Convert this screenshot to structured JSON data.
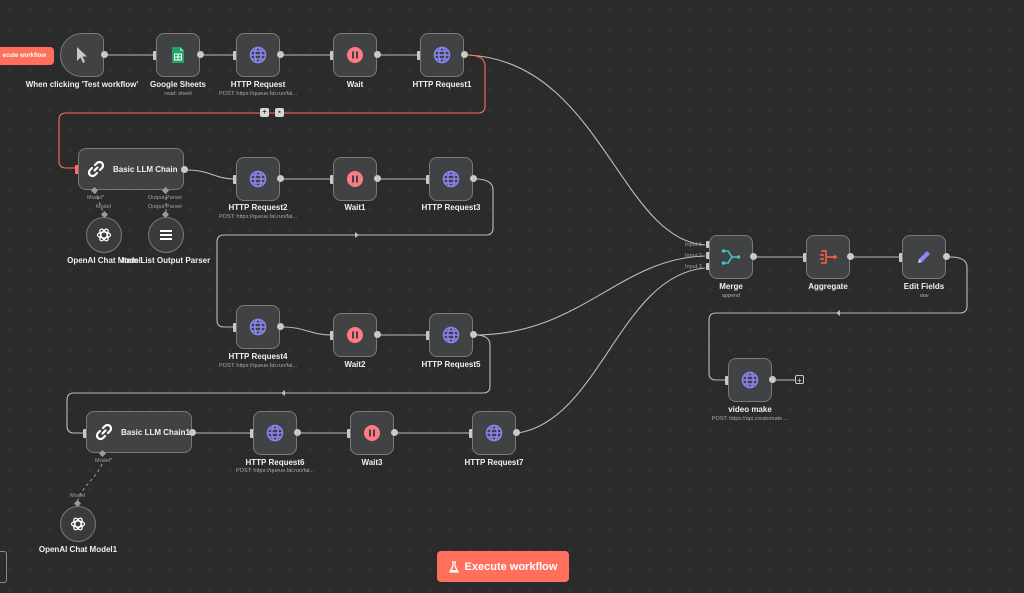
{
  "toolbar": {
    "execute_top_label": "ecute workflow",
    "execute_label": "Execute workflow"
  },
  "nodes": {
    "trigger": {
      "label": "When clicking 'Test workflow'"
    },
    "sheets": {
      "label": "Google Sheets",
      "sub": "read: sheet"
    },
    "http": {
      "label": "HTTP Request",
      "sub": "POST: https://queue.fal.run/fal..."
    },
    "wait": {
      "label": "Wait"
    },
    "http1": {
      "label": "HTTP Request1"
    },
    "llm": {
      "label": "Basic LLM Chain",
      "port_model": "Model*",
      "port_parser": "Output Parser"
    },
    "http2": {
      "label": "HTTP Request2",
      "sub": "POST: https://queue.fal.run/fal..."
    },
    "wait1": {
      "label": "Wait1"
    },
    "http3": {
      "label": "HTTP Request3"
    },
    "openai": {
      "label": "OpenAI Chat Model",
      "port": "Model"
    },
    "parser": {
      "label": "Item List Output Parser",
      "port": "Output Parser"
    },
    "http4": {
      "label": "HTTP Request4",
      "sub": "POST: https://queue.fal.run/fal..."
    },
    "wait2": {
      "label": "Wait2"
    },
    "http5": {
      "label": "HTTP Request5"
    },
    "llm1": {
      "label": "Basic LLM Chain1",
      "port_model": "Model*"
    },
    "http6": {
      "label": "HTTP Request6",
      "sub": "POST: https://queue.fal.run/fal..."
    },
    "wait3": {
      "label": "Wait3"
    },
    "http7": {
      "label": "HTTP Request7"
    },
    "openai1": {
      "label": "OpenAI Chat Model1",
      "port": "Model"
    },
    "merge": {
      "label": "Merge",
      "sub": "append",
      "in1": "Input 1",
      "in2": "Input 2",
      "in3": "Input 3"
    },
    "aggregate": {
      "label": "Aggregate"
    },
    "editfields": {
      "label": "Edit Fields",
      "sub": "raw"
    },
    "videomake": {
      "label": "video make",
      "sub": "POST: https://api.creatomate...."
    }
  },
  "colors": {
    "canvas": "#2b2b2b",
    "node_bg": "#414244",
    "accent": "#ff6f5c",
    "http_globe": "#8b86f5",
    "wait_pause": "#ff7a85",
    "sheets_green": "#21a366",
    "merge_teal": "#3fc4c4",
    "aggregate_red": "#ff5a4a"
  },
  "icons": {
    "trigger": "cursor-pointer-icon",
    "sheets": "google-sheets-icon",
    "http": "globe-icon",
    "wait": "pause-icon",
    "llm": "link-chain-icon",
    "openai": "openai-logo-icon",
    "parser": "list-icon",
    "merge": "merge-icon",
    "aggregate": "aggregate-icon",
    "editfields": "pencil-icon",
    "execute": "flask-icon"
  }
}
